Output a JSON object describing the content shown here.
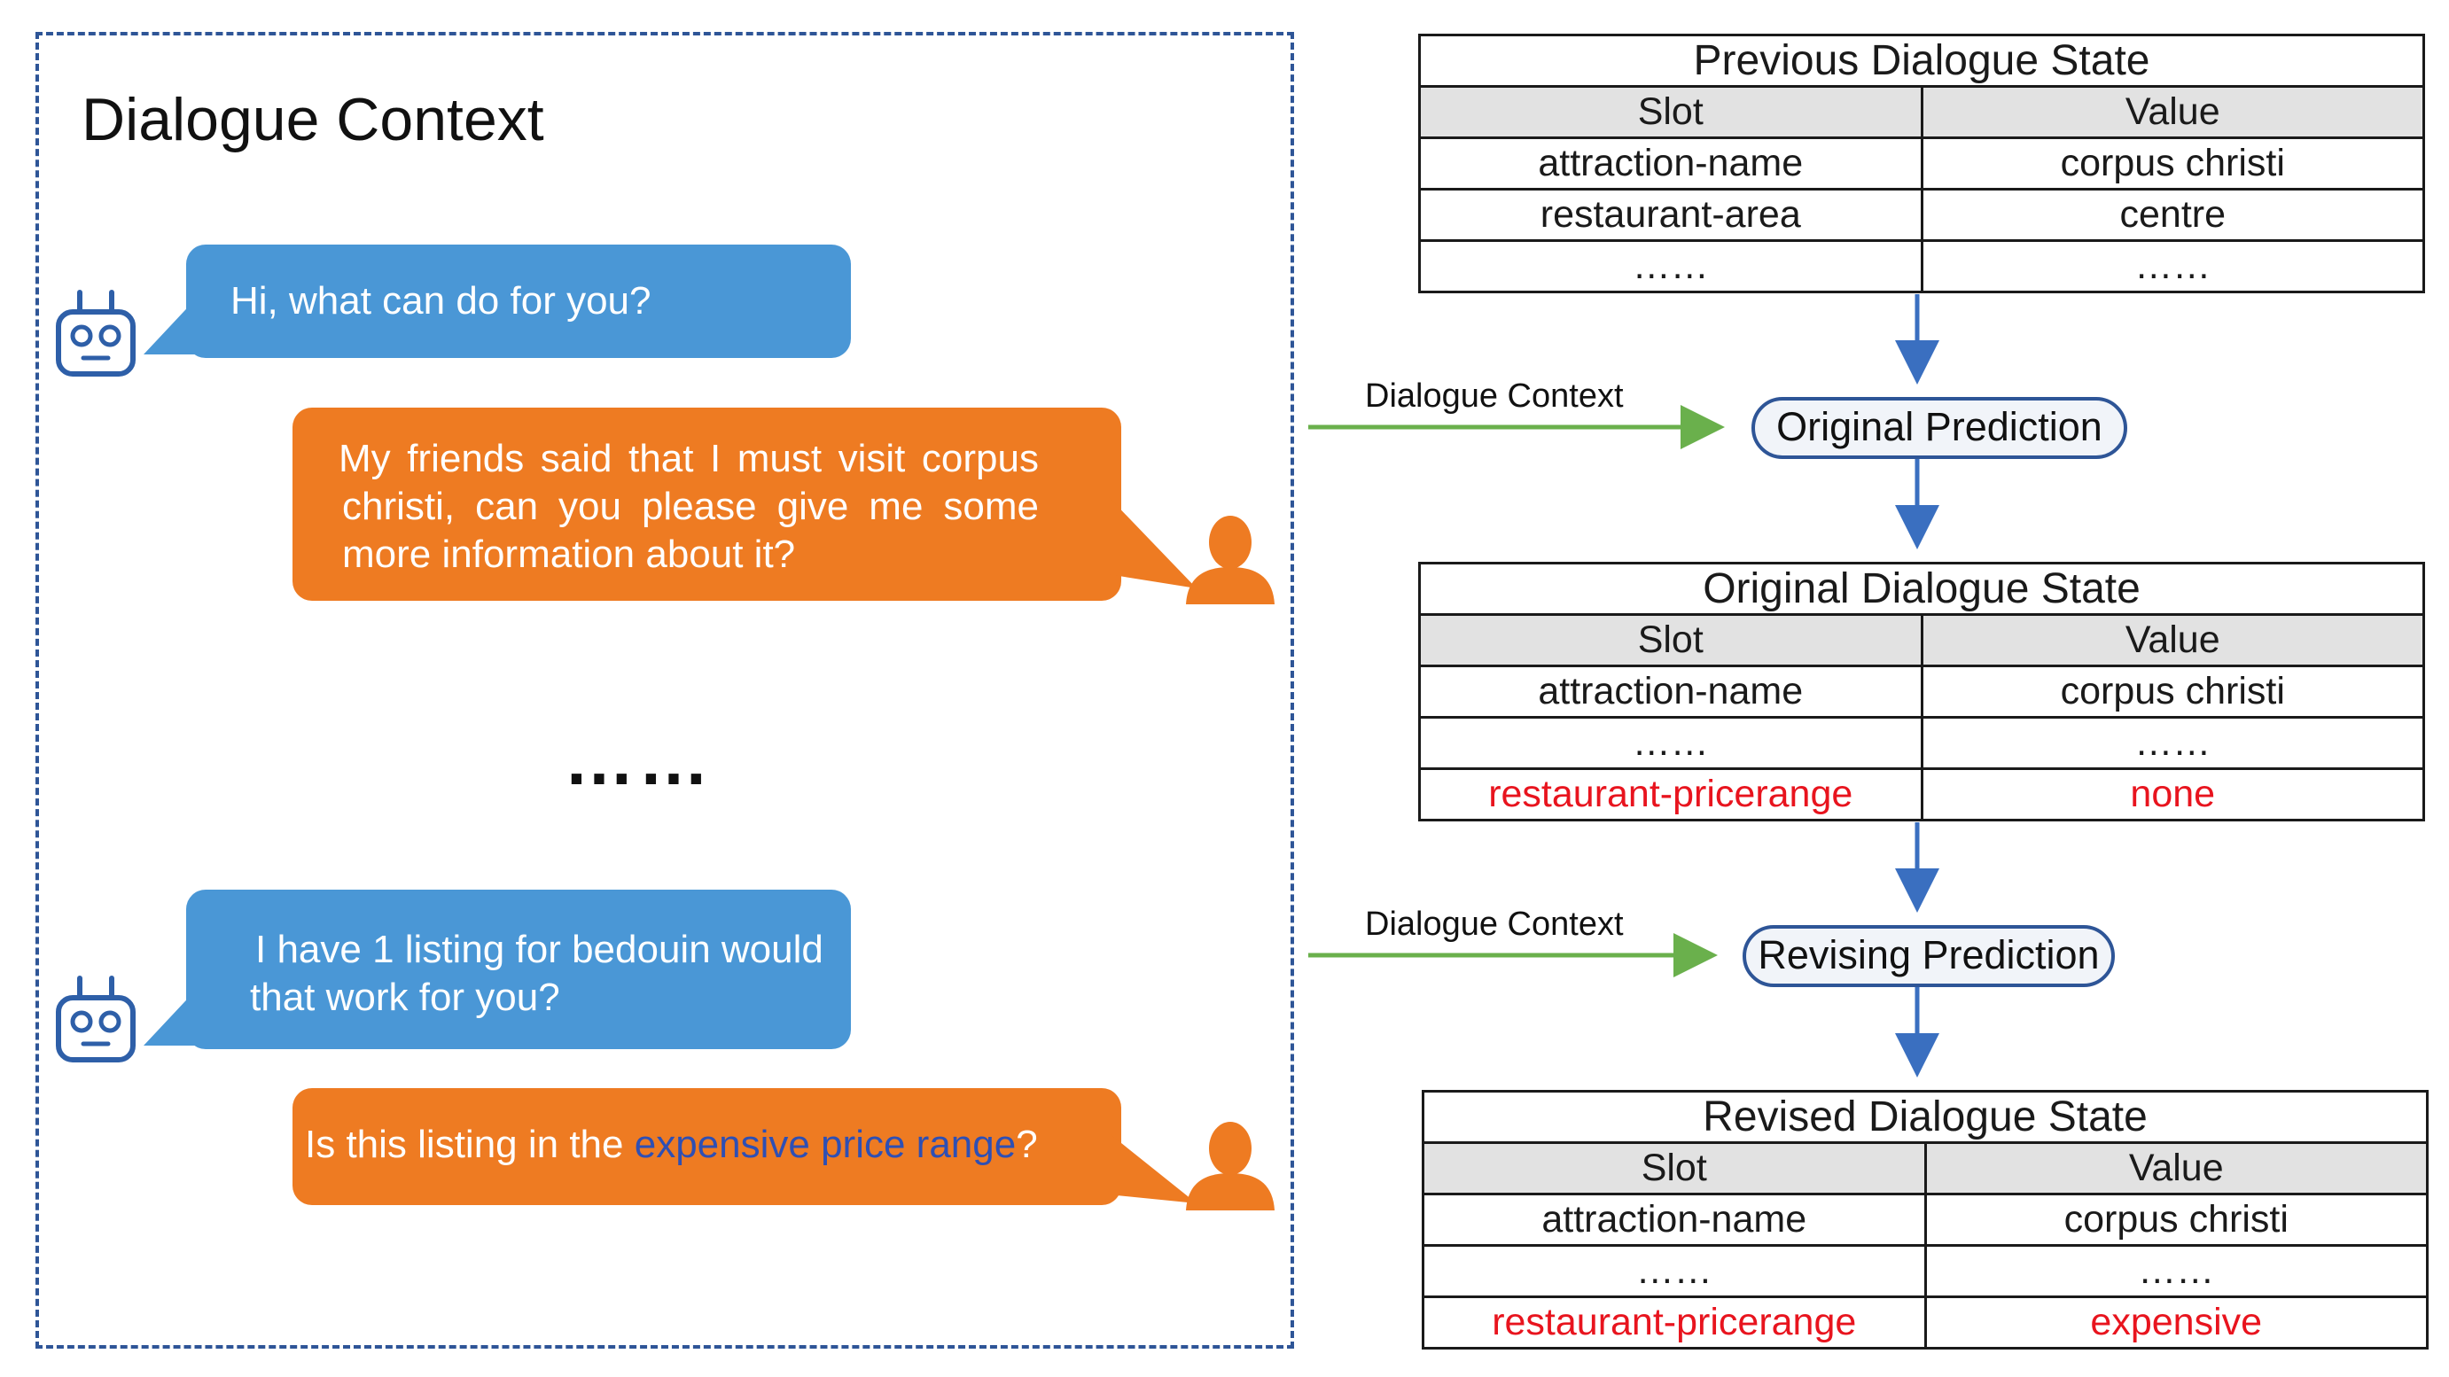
{
  "context_panel": {
    "title": "Dialogue Context",
    "messages": [
      {
        "speaker": "system",
        "text": "Hi, what can do for you?"
      },
      {
        "speaker": "user",
        "lines": [
          "My friends said that I must visit corpus",
          "christi, can you please give me some",
          "more information about it?"
        ]
      },
      {
        "speaker": "separator",
        "text": "……"
      },
      {
        "speaker": "system",
        "lines": [
          "I have 1 listing for bedouin would",
          "that work for you?"
        ]
      },
      {
        "speaker": "user",
        "prefix": "Is this listing in the ",
        "highlight": "expensive price range",
        "suffix": "?"
      }
    ]
  },
  "flow": {
    "edge_label_1": "Dialogue Context",
    "edge_label_2": "Dialogue Context",
    "node_original": "Original Prediction",
    "node_revising": "Revising Prediction"
  },
  "tables": {
    "previous": {
      "title": "Previous Dialogue State",
      "headers": [
        "Slot",
        "Value"
      ],
      "rows": [
        [
          "attraction-name",
          "corpus christi"
        ],
        [
          "restaurant-area",
          "centre"
        ],
        [
          "……",
          "……"
        ]
      ]
    },
    "original": {
      "title": "Original Dialogue State",
      "headers": [
        "Slot",
        "Value"
      ],
      "rows": [
        [
          "attraction-name",
          "corpus christi"
        ],
        [
          "……",
          "……"
        ],
        [
          "restaurant-pricerange",
          "none"
        ]
      ]
    },
    "revised": {
      "title": "Revised Dialogue State",
      "headers": [
        "Slot",
        "Value"
      ],
      "rows": [
        [
          "attraction-name",
          "corpus christi"
        ],
        [
          "……",
          "……"
        ],
        [
          "restaurant-pricerange",
          "expensive"
        ]
      ]
    }
  },
  "colors": {
    "frame": "#2e5597",
    "system_bubble": "#4a97d6",
    "user_bubble": "#ee7b22",
    "highlight_text": "#2e4fb4",
    "changed_slot": "#e8141e",
    "flow_arrow": "#3a6fc0",
    "context_arrow": "#6ab04c"
  },
  "icons": [
    "robot-icon",
    "user-icon"
  ]
}
